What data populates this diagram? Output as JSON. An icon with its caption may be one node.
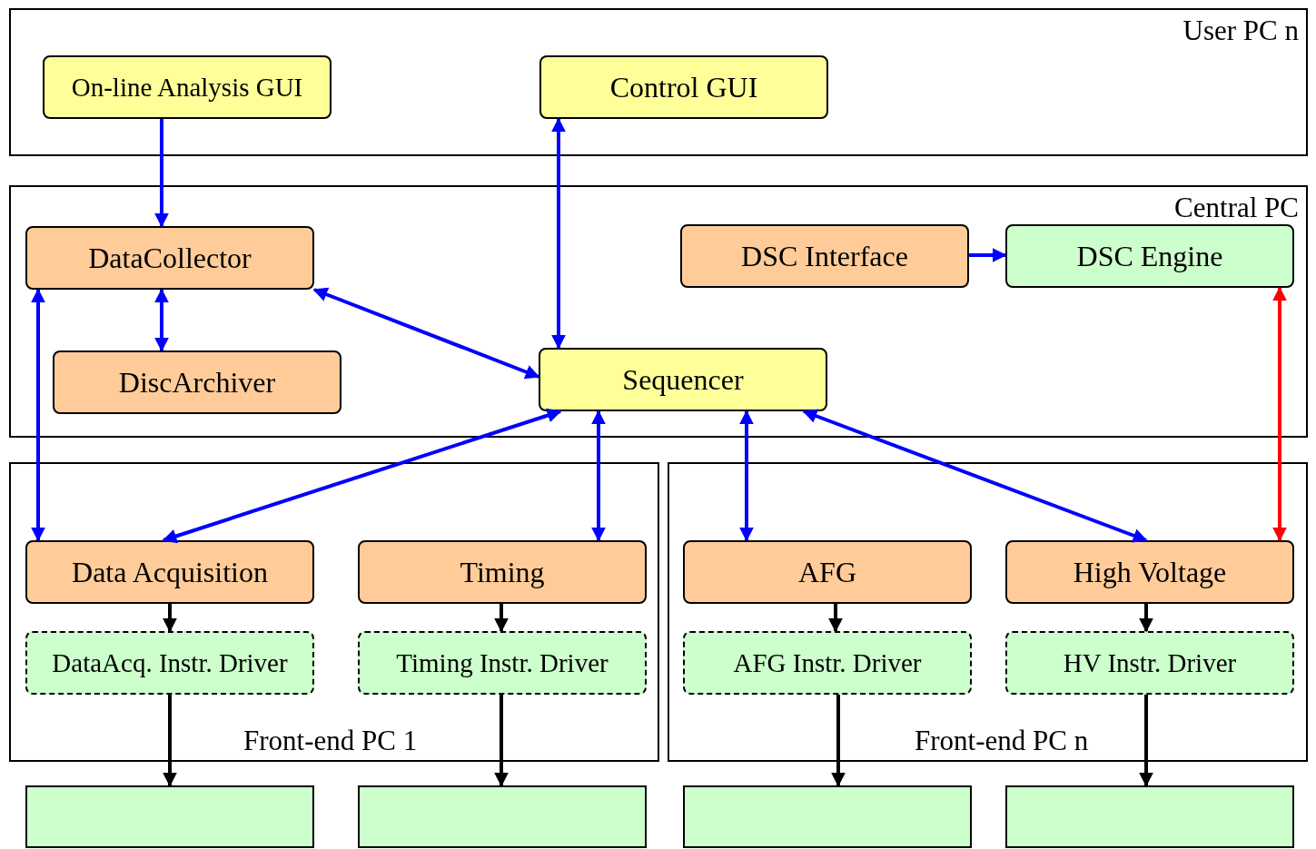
{
  "diagram": {
    "nodes": [
      {
        "text": [
          "User PC n"
        ]
      },
      {
        "text": [
          "On-line Analysis GUI"
        ],
        "in": 0
      },
      {
        "text": [
          "Control GUI"
        ],
        "in": 0
      },
      {
        "text": [
          "Central PC"
        ]
      },
      {
        "text": [
          "DataCollector"
        ],
        "in": 3
      },
      {
        "text": [
          "DSC Interface"
        ],
        "in": 3
      },
      {
        "text": [
          "DSC Engine"
        ],
        "in": 3
      },
      {
        "text": [
          "DiscArchiver"
        ],
        "in": 3
      },
      {
        "text": [
          "Sequencer"
        ],
        "in": 3
      },
      {
        "text": [
          "Front-end PC 1"
        ]
      },
      {
        "text": [
          "Data Acquisition"
        ],
        "in": 9
      },
      {
        "text": [
          "Timing"
        ],
        "in": 9
      },
      {
        "text": [
          "DataAcq. Instr. Driver"
        ],
        "in": 9
      },
      {
        "text": [
          "Timing Instr. Driver"
        ],
        "in": 9
      },
      {
        "text": [
          "Front-end PC n"
        ]
      },
      {
        "text": [
          "AFG"
        ],
        "in": 14
      },
      {
        "text": [
          "High Voltage"
        ],
        "in": 14
      },
      {
        "text": [
          "AFG Instr. Driver"
        ],
        "in": 14
      },
      {
        "text": [
          "HV Instr. Driver"
        ],
        "in": 14
      },
      {
        "text": [],
        "shape": "box"
      },
      {
        "text": [],
        "shape": "box"
      },
      {
        "text": [],
        "shape": "box"
      },
      {
        "text": [],
        "shape": "box"
      }
    ],
    "edges": [
      {
        "from": 1,
        "to": 4,
        "arrow": "to"
      },
      {
        "from": 2,
        "to": 8,
        "arrow": "both"
      },
      {
        "from": 5,
        "to": 6,
        "arrow": "to"
      },
      {
        "from": 4,
        "to": 7,
        "arrow": "both"
      },
      {
        "from": 4,
        "to": 8,
        "arrow": "both"
      },
      {
        "from": 4,
        "to": 10,
        "arrow": "both"
      },
      {
        "from": 8,
        "to": 10,
        "arrow": "both"
      },
      {
        "from": 8,
        "to": 11,
        "arrow": "both"
      },
      {
        "from": 8,
        "to": 15,
        "arrow": "both"
      },
      {
        "from": 8,
        "to": 16,
        "arrow": "both"
      },
      {
        "from": 6,
        "to": 16,
        "arrow": "both",
        "color": "#ff0000"
      },
      {
        "from": 10,
        "to": 12,
        "arrow": "to",
        "color": "#000000"
      },
      {
        "from": 11,
        "to": 13,
        "arrow": "to",
        "color": "#000000"
      },
      {
        "from": 15,
        "to": 17,
        "arrow": "to",
        "color": "#000000"
      },
      {
        "from": 16,
        "to": 18,
        "arrow": "to",
        "color": "#000000"
      },
      {
        "from": 12,
        "to": 19,
        "arrow": "to",
        "color": "#000000"
      },
      {
        "from": 13,
        "to": 20,
        "arrow": "to",
        "color": "#000000"
      },
      {
        "from": 17,
        "to": 21,
        "arrow": "to",
        "color": "#000000"
      },
      {
        "from": 18,
        "to": 22,
        "arrow": "to",
        "color": "#000000"
      }
    ]
  }
}
